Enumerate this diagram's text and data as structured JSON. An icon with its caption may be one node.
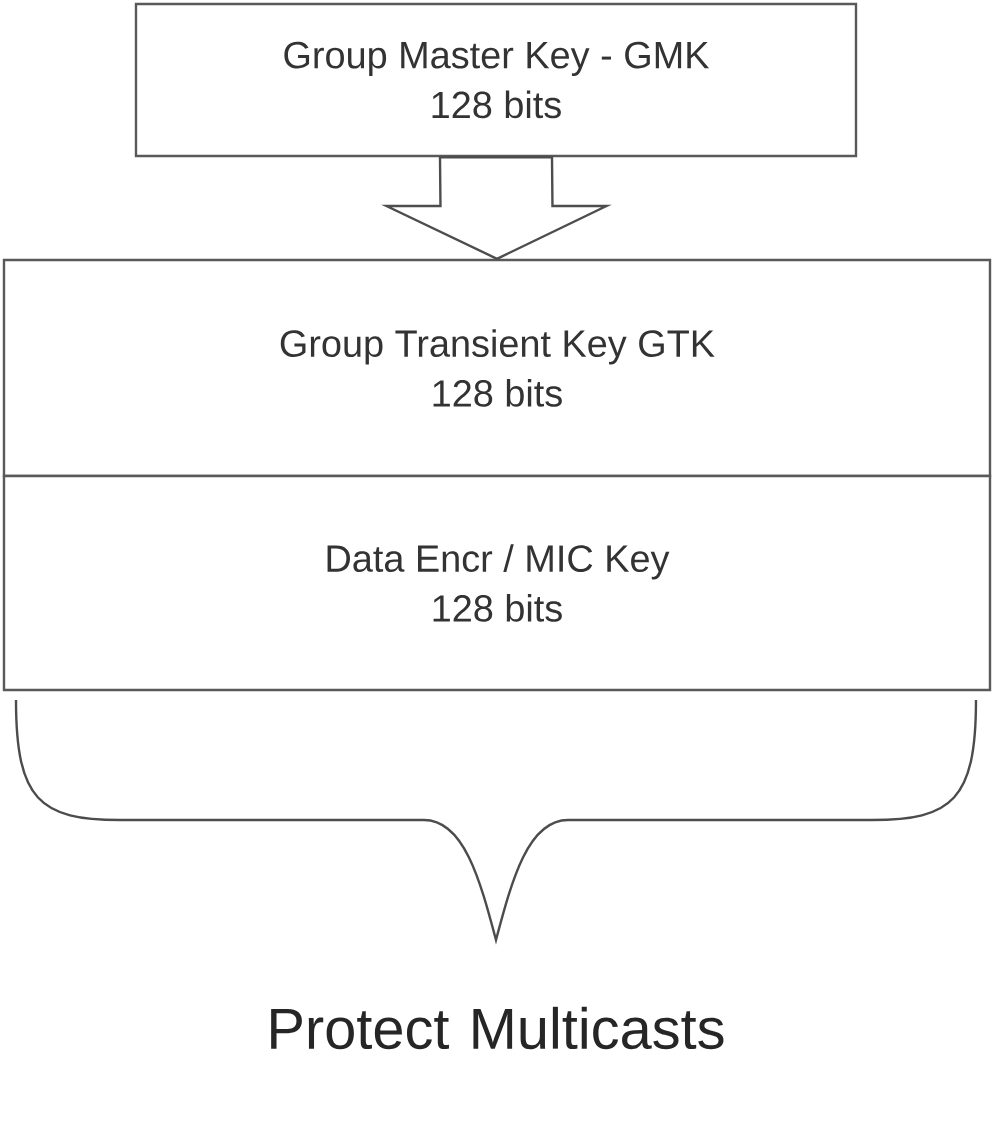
{
  "diagram": {
    "nodes": [
      {
        "text": [
          "Group Master Key - GMK",
          "128 bits"
        ]
      },
      {
        "text": [
          "Group Transient Key GTK",
          "128 bits"
        ]
      },
      {
        "text": [
          "Data Encr / MIC Key",
          "128 bits"
        ]
      }
    ],
    "edges": [
      {
        "from": 0,
        "to": 1,
        "arrow": "to"
      }
    ],
    "labels": [
      "Protect Multicasts"
    ]
  }
}
